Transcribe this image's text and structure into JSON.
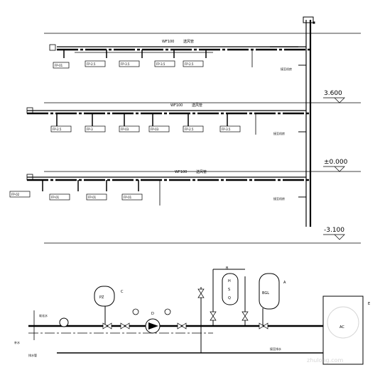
{
  "floors": [
    {
      "level": "3.600",
      "main_pipe_label": "WF100",
      "pipe_note": "送风管",
      "units": [
        "FP-01",
        "FP-2.5",
        "FP-3.5",
        "FP-3.5",
        "FP-2.5"
      ],
      "riser_label": "接至机房"
    },
    {
      "level": "±0.000",
      "main_pipe_label": "WF100",
      "pipe_note": "送风管",
      "units": [
        "FP-2.5",
        "FP-3",
        "FP-03",
        "FP-03",
        "FP-2.5",
        "FP-3.5"
      ],
      "riser_label": "接至机房"
    },
    {
      "level": "-3.100",
      "main_pipe_label": "WF100",
      "pipe_note": "送风管",
      "units": [
        "FP-02",
        "FP-01",
        "FP-01",
        "FP-01"
      ],
      "riser_label": "接至机房"
    }
  ],
  "equipment": {
    "pz_tank": "PZ",
    "pz_tag": "C",
    "pump_tag": "D",
    "hsq_letters": [
      "H",
      "S",
      "Q"
    ],
    "hsq_tag": "B",
    "bgl_tank": "BGL",
    "bgl_tag": "A",
    "unit_box": "AC",
    "unit_tag": "E"
  },
  "plant_labels": {
    "make_up": "软化水",
    "left_note": "补水",
    "drain": "排水管",
    "bottom_note": "接至排水"
  },
  "watermark": "zhulong.com"
}
